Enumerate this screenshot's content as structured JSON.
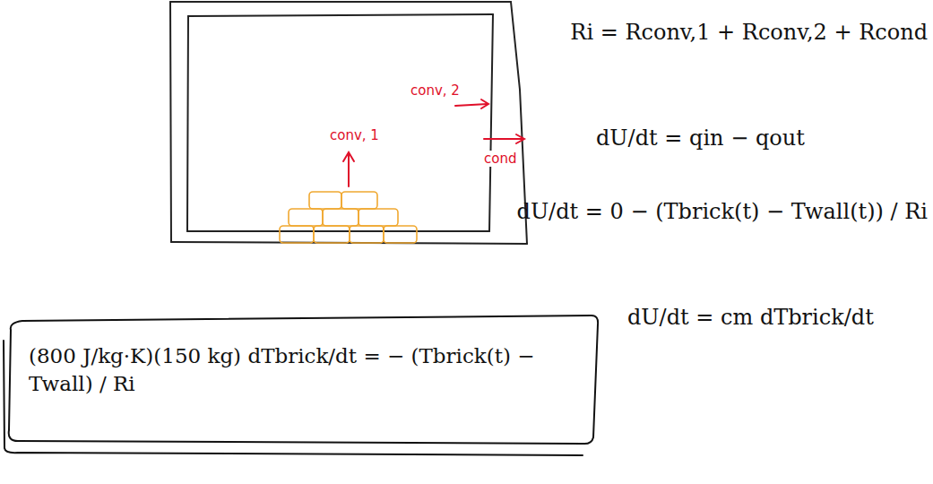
{
  "diagram": {
    "nodes": [
      {
        "text": [
          "(800 J/kg·K)(150 kg) dTbrick/dt = − (Tbrick(t) − Twall) / Ri"
        ]
      }
    ],
    "labels": [
      "Ri = Rconv,1 + Rconv,2 + Rcond",
      "dU/dt = qin − qout",
      "dU/dt = 0 − (Tbrick(t) − Twall(t)) / Ri",
      "dU/dt = cm dTbrick/dt",
      "conv, 2",
      "conv, 1",
      "cond"
    ]
  }
}
